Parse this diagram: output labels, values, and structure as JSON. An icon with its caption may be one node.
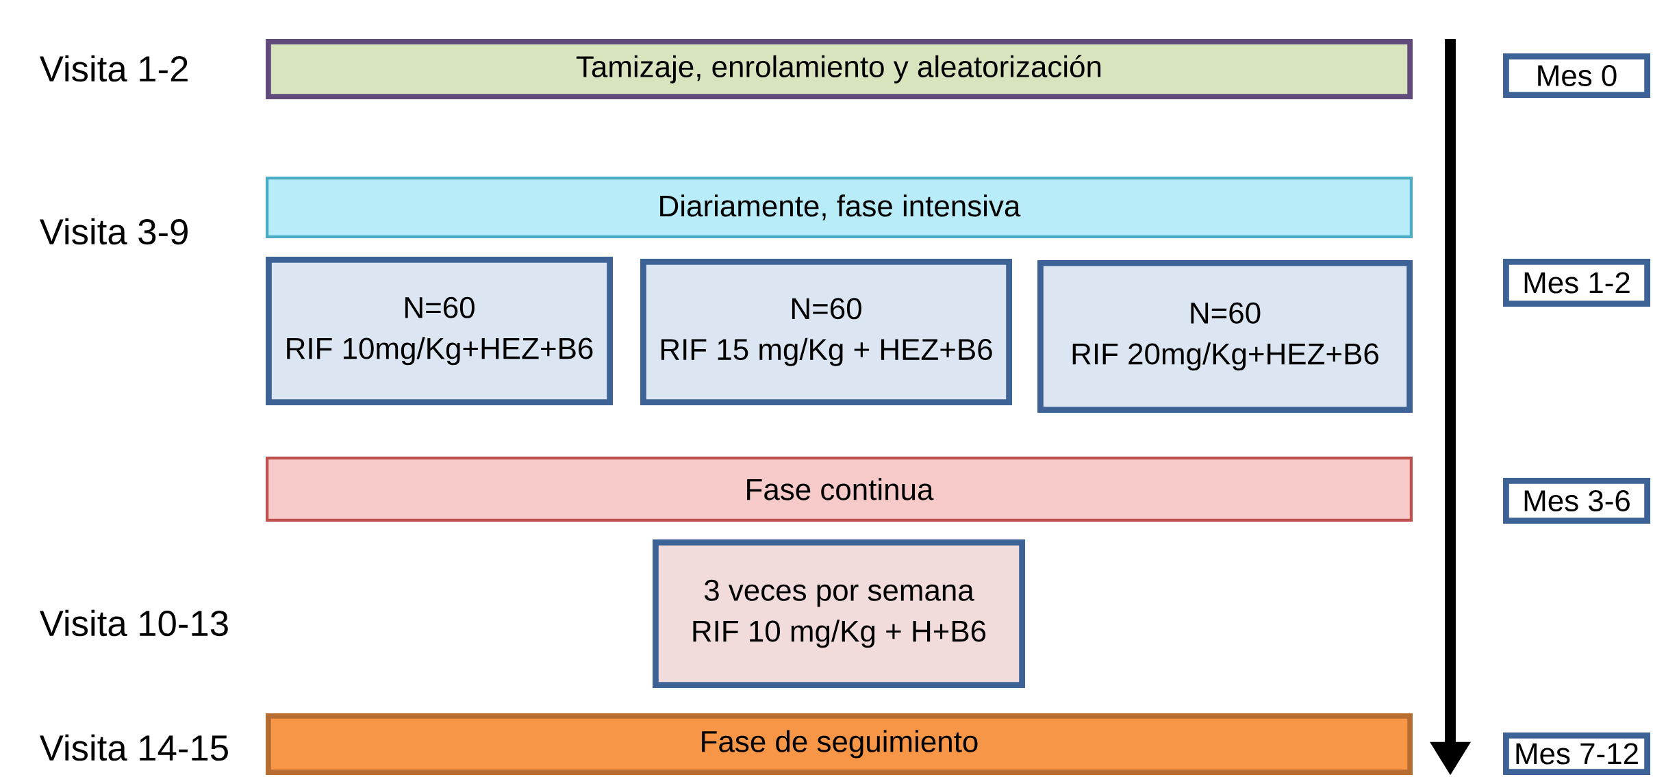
{
  "diagram": {
    "nodes": [
      {
        "text": [
          "Tamizaje, enrolamiento y aleatorización"
        ]
      },
      {
        "text": [
          "Diariamente, fase intensiva"
        ]
      },
      {
        "text": [
          "N=60",
          "RIF 10mg/Kg+HEZ+B6"
        ]
      },
      {
        "text": [
          "N=60",
          "RIF 15 mg/Kg + HEZ+B6"
        ]
      },
      {
        "text": [
          "N=60",
          "RIF 20mg/Kg+HEZ+B6"
        ]
      },
      {
        "text": [
          "Fase continua"
        ]
      },
      {
        "text": [
          "3 veces por semana",
          "RIF 10 mg/Kg + H+B6"
        ]
      },
      {
        "text": [
          "Fase de seguimiento"
        ]
      },
      {
        "text": [
          "Mes 0"
        ]
      },
      {
        "text": [
          "Mes 1-2"
        ]
      },
      {
        "text": [
          "Mes 3-6"
        ]
      },
      {
        "text": [
          "Mes 7-12"
        ]
      }
    ],
    "labels": [
      "Visita 1-2",
      "Visita 3-9",
      "Visita 10-13",
      "Visita 14-15"
    ]
  }
}
